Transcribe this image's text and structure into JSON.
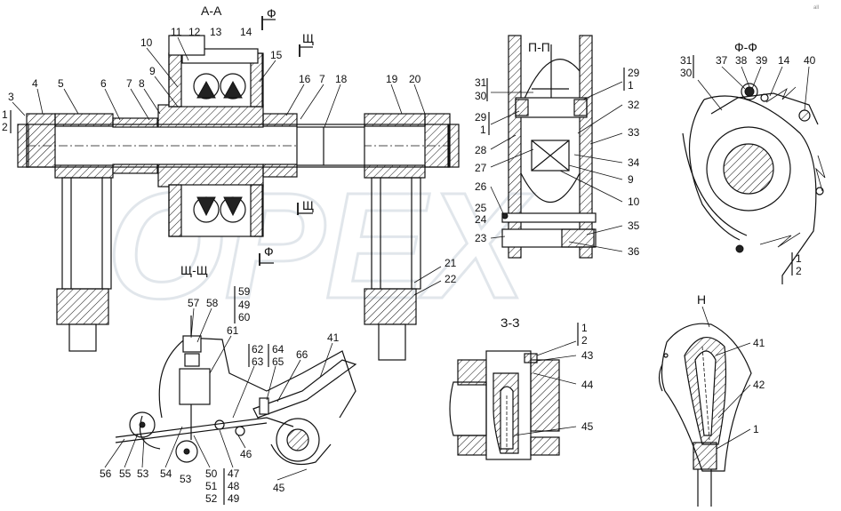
{
  "watermark": {
    "text": "OPEX",
    "mark": "all"
  },
  "sections": {
    "aa": "А-А",
    "pp": "П-П",
    "ff": "Ф-Ф",
    "shsh": "Щ-Щ",
    "zz": "З-З",
    "n": "Н"
  },
  "section_markers": {
    "f_top": "Ф",
    "sh_top": "Щ",
    "sh_bottom": "Щ",
    "f_bottom": "Ф"
  },
  "callouts_aa": {
    "c10": "10",
    "c11": "11",
    "c12": "12",
    "c13": "13",
    "c14": "14",
    "c15": "15",
    "c3": "3",
    "c4": "4",
    "c5": "5",
    "c6": "6",
    "c7a": "7",
    "c8": "8",
    "c9": "9",
    "c16": "16",
    "c7b": "7",
    "c18": "18",
    "c19": "19",
    "c20": "20",
    "c1": "1",
    "c2": "2",
    "c21": "21",
    "c22": "22"
  },
  "callouts_pp": {
    "c31": "31",
    "c30": "30",
    "c29a": "29",
    "c1a": "1",
    "c29b": "29",
    "c1b": "1",
    "c32": "32",
    "c28": "28",
    "c33": "33",
    "c27": "27",
    "c34": "34",
    "c9": "9",
    "c10": "10",
    "c26": "26",
    "c25": "25",
    "c24": "24",
    "c23": "23",
    "c35": "35",
    "c36": "36"
  },
  "callouts_ff": {
    "c31": "31",
    "c30": "30",
    "c37": "37",
    "c38": "38",
    "c39": "39",
    "c14": "14",
    "c40": "40",
    "c1": "1",
    "c2": "2"
  },
  "callouts_shsh": {
    "c57": "57",
    "c58": "58",
    "c59": "59",
    "c49a": "49",
    "c60": "60",
    "c61": "61",
    "c62": "62",
    "c63": "63",
    "c64": "64",
    "c65": "65",
    "c66": "66",
    "c41": "41",
    "c56": "56",
    "c55": "55",
    "c53a": "53",
    "c54": "54",
    "c53b": "53",
    "c50": "50",
    "c51": "51",
    "c52": "52",
    "c47": "47",
    "c48": "48",
    "c49b": "49",
    "c46": "46",
    "c45": "45"
  },
  "callouts_zz": {
    "c1": "1",
    "c2": "2",
    "c43": "43",
    "c44": "44",
    "c45": "45"
  },
  "callouts_n": {
    "c41": "41",
    "c42": "42",
    "c1": "1"
  }
}
